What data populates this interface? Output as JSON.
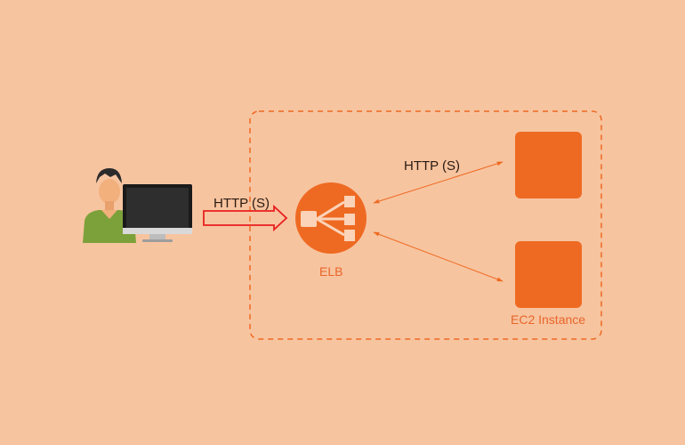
{
  "diagram": {
    "client_to_elb_label": "HTTP (S)",
    "elb_to_instances_label": "HTTP (S)",
    "elb_label": "ELB",
    "instances_label": "EC2 Instance"
  },
  "colors": {
    "background": "#f7c4a0",
    "aws_orange": "#ee6a22",
    "request_arrow": "#e8201e"
  },
  "icons": {
    "user": "user-icon",
    "monitor": "monitor-icon",
    "load_balancer": "load-balancer-icon",
    "instance": "ec2-instance-icon"
  }
}
